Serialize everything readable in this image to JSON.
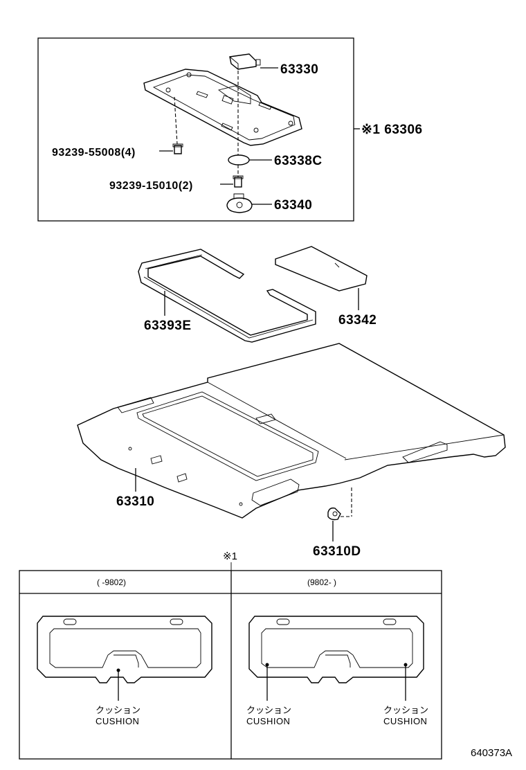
{
  "parts": {
    "p63330": "63330",
    "p63306": "※1 63306",
    "p55008": "93239-55008(4)",
    "p63338c": "63338C",
    "p15010": "93239-15010(2)",
    "p63340": "63340",
    "p63393e": "63393E",
    "p63342": "63342",
    "p63310": "63310",
    "p63310d": "63310D"
  },
  "table": {
    "marker": "※1",
    "col_left_header": "(      -9802)",
    "col_right_header": "(9802-        )",
    "cushion_jp": "クッション",
    "cushion_en": "CUSHION"
  },
  "footer": {
    "ref": "640373A"
  }
}
